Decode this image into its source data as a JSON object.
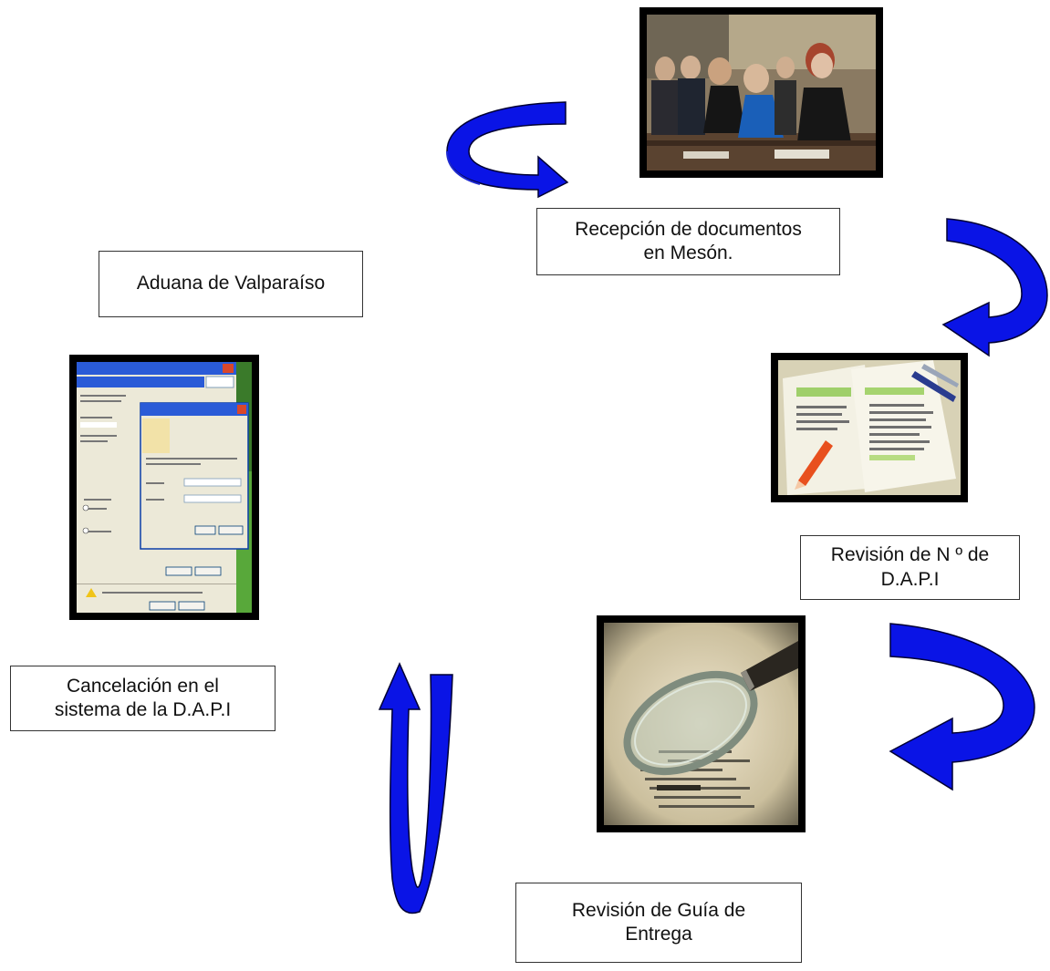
{
  "diagram": {
    "steps": [
      {
        "id": "step-aduana",
        "lines": [
          "Aduana de Valparaíso"
        ]
      },
      {
        "id": "step-recepcion",
        "lines": [
          "Recepción de documentos",
          "en Mesón."
        ]
      },
      {
        "id": "step-revision-dapi",
        "lines": [
          "Revisión de N º de",
          "D.A.P.I"
        ]
      },
      {
        "id": "step-revision-guia",
        "lines": [
          "Revisión de Guía de",
          "Entrega"
        ]
      },
      {
        "id": "step-cancelacion",
        "lines": [
          "Cancelación en el",
          "sistema de la D.A.P.I"
        ]
      }
    ],
    "colors": {
      "arrow_fill": "#0a14e6",
      "arrow_stroke": "#000033",
      "box_border": "#333333",
      "photo_border": "#000000"
    },
    "icons": {
      "photo_people": "meeting-room-photo",
      "photo_documents": "documents-pen-photo",
      "photo_magnifier": "magnifying-glass-photo",
      "photo_dialog": "windows-dialog-screenshot"
    }
  }
}
